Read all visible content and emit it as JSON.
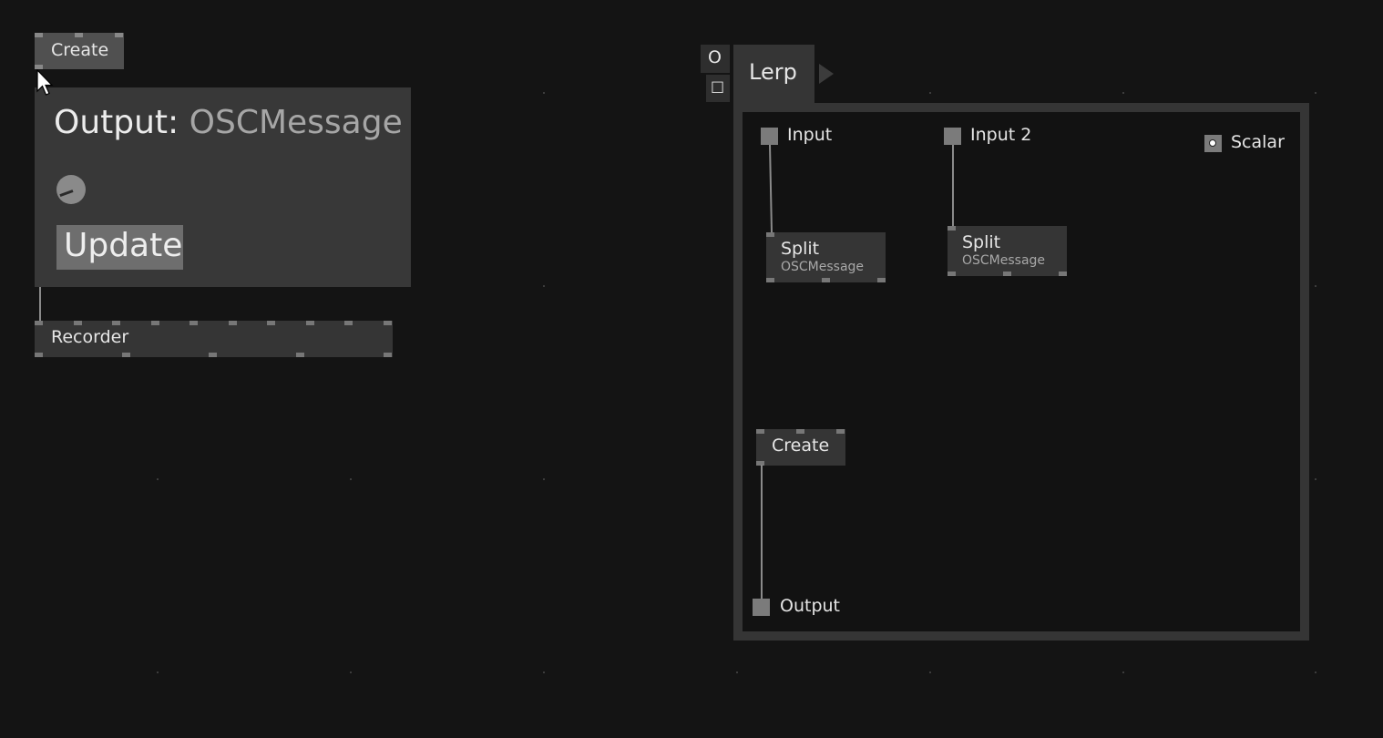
{
  "nodes": {
    "create_top": {
      "label": "Create"
    },
    "recorder": {
      "label": "Recorder"
    },
    "create_inner": {
      "label": "Create"
    }
  },
  "popup": {
    "title_key": "Output:",
    "title_value": "OSCMessage",
    "update_label": "Update"
  },
  "lerp": {
    "btn_o": "O",
    "btn_square": "□",
    "title": "Lerp",
    "input1": "Input",
    "input2": "Input 2",
    "scalar": "Scalar",
    "output": "Output",
    "split1": {
      "label": "Split",
      "type": "OSCMessage"
    },
    "split2": {
      "label": "Split",
      "type": "OSCMessage"
    }
  },
  "colors": {
    "background": "#141414",
    "node": "#353535",
    "pin": "#777777",
    "popup": "#383838"
  }
}
